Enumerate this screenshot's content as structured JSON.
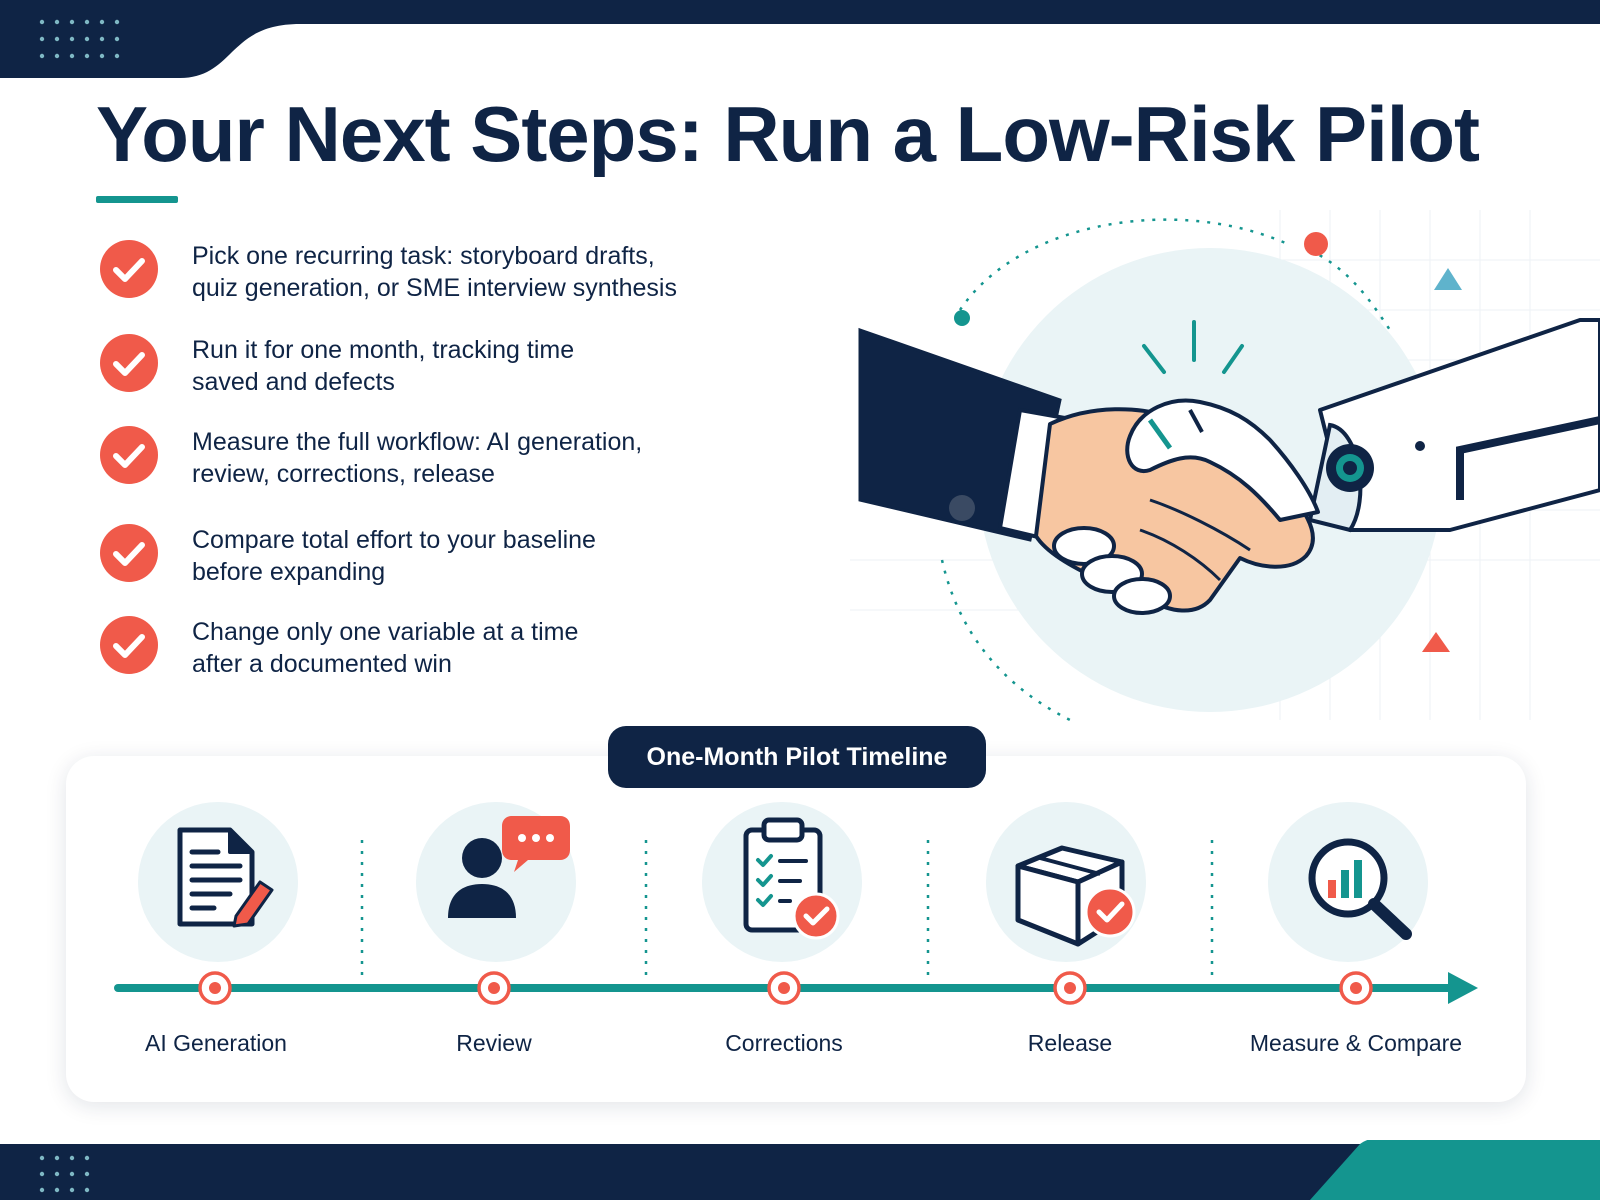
{
  "header": {
    "title": "Your Next Steps: Run a Low-Risk Pilot"
  },
  "steps": [
    {
      "line1": "Pick one recurring task: storyboard drafts,",
      "line2": "quiz generation, or SME interview synthesis"
    },
    {
      "line1": "Run it for one month, tracking time",
      "line2": "saved and defects"
    },
    {
      "line1": "Measure the full workflow: AI generation,",
      "line2": "review, corrections, release"
    },
    {
      "line1": "Compare total effort to your baseline",
      "line2": "before expanding"
    },
    {
      "line1": "Change only one variable at a time",
      "line2": "after a documented win"
    }
  ],
  "timeline": {
    "title": "One-Month Pilot Timeline",
    "stages": [
      {
        "label": "AI Generation",
        "icon": "document-pencil-icon"
      },
      {
        "label": "Review",
        "icon": "person-chat-icon"
      },
      {
        "label": "Corrections",
        "icon": "clipboard-check-icon"
      },
      {
        "label": "Release",
        "icon": "box-check-icon"
      },
      {
        "label": "Measure & Compare",
        "icon": "magnifier-chart-icon"
      }
    ]
  },
  "illustration": {
    "icon": "human-robot-handshake-icon"
  },
  "colors": {
    "navy": "#0f2445",
    "teal": "#14958f",
    "coral": "#f05a4a",
    "pale": "#eaf4f6"
  }
}
